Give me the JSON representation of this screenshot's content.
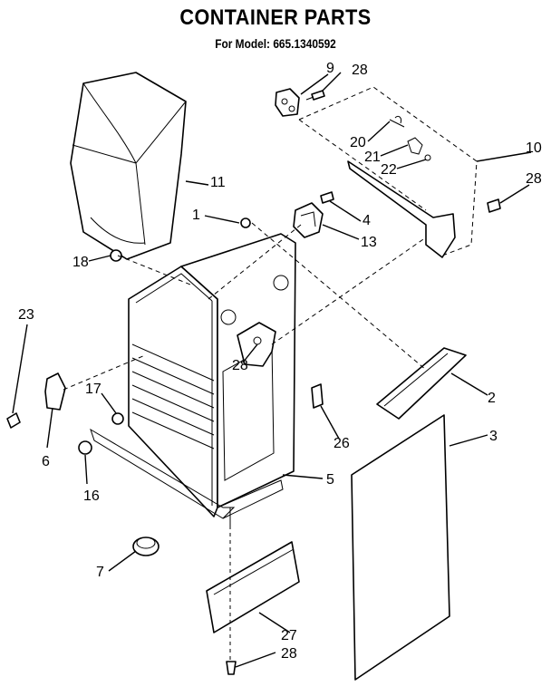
{
  "header": {
    "title": "CONTAINER PARTS",
    "subtitle": "For Model: 665.1340592"
  },
  "callouts": {
    "p9": "9",
    "p28a": "28",
    "p10": "10",
    "p20": "20",
    "p21": "21",
    "p22": "22",
    "p28b": "28",
    "p11": "11",
    "p1": "1",
    "p4": "4",
    "p13": "13",
    "p18": "18",
    "p23": "23",
    "p28c": "28",
    "p2": "2",
    "p17": "17",
    "p6": "6",
    "p26": "26",
    "p3": "3",
    "p16": "16",
    "p5": "5",
    "p7": "7",
    "p27": "27",
    "p28d": "28"
  }
}
